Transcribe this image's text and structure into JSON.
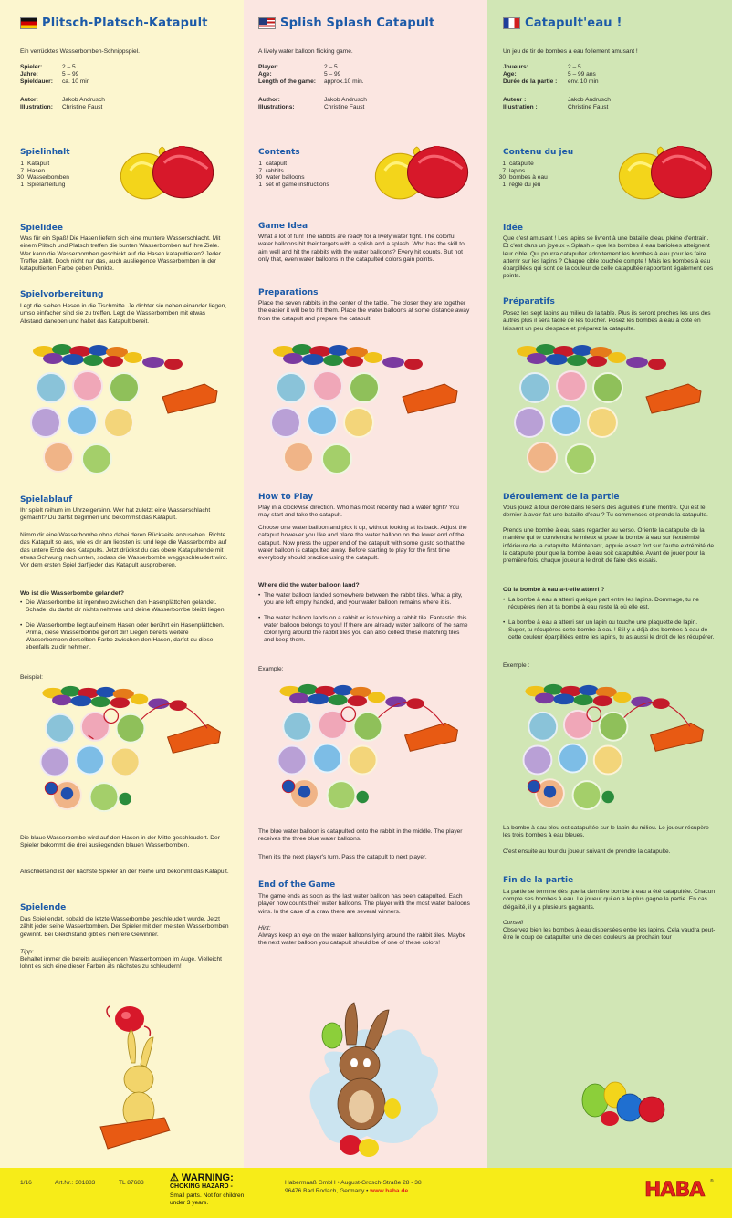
{
  "de": {
    "title": "Plitsch-Platsch-Katapult",
    "tagline": "Ein verrücktes Wasserbomben-Schnippspiel.",
    "info": [
      {
        "k": "Spieler:",
        "v": "2 – 5"
      },
      {
        "k": "Jahre:",
        "v": "5 – 99"
      },
      {
        "k": "Spieldauer:",
        "v": "ca. 10 min"
      }
    ],
    "credits": [
      {
        "k": "Autor:",
        "v": "Jakob Andrusch"
      },
      {
        "k": "Illustration:",
        "v": "Christine Faust"
      }
    ],
    "contents_title": "Spielinhalt",
    "contents": [
      {
        "n": "1",
        "t": "Katapult"
      },
      {
        "n": "7",
        "t": "Hasen"
      },
      {
        "n": "30",
        "t": "Wasserbomben"
      },
      {
        "n": "1",
        "t": "Spielanleitung"
      }
    ],
    "idea_title": "Spielidee",
    "idea_text": "Was für ein Spaß! Die Hasen liefern sich eine muntere Wasserschlacht. Mit einem Plitsch und Platsch treffen die bunten Wasserbomben auf ihre Ziele. Wer kann die Wasserbomben geschickt auf die Hasen katapultieren? Jeder Treffer zählt. Doch nicht nur das, auch ausliegende Wasserbomben in der katapultierten Farbe geben Punkte.",
    "prep_title": "Spielvorbereitung",
    "prep_text": "Legt die sieben Hasen in die Tischmitte. Je dichter sie neben einander liegen, umso einfacher sind sie zu treffen. Legt die Wasserbomben mit etwas Abstand daneben und haltet das Katapult bereit.",
    "play_title": "Spielablauf",
    "play_text1": "Ihr spielt reihum im Uhrzeigersinn. Wer hat zuletzt eine Wasserschlacht gemacht? Du darfst beginnen und bekommst das Katapult.",
    "play_text2": "Nimm dir eine Wasserbombe ohne dabei deren Rückseite anzusehen. Richte das Katapult so aus, wie es dir am liebsten ist und lege die Wasserbombe auf das untere Ende des Katapults. Jetzt drückst du das obere Katapultende mit etwas Schwung nach unten, sodass die Wasserbombe weggeschleudert wird. Vor dem ersten Spiel darf jeder das Katapult ausprobieren.",
    "landed_title": "Wo ist die Wasserbombe gelandet?",
    "bullet1": "Die Wasserbombe ist irgendwo zwischen den Hasenplättchen gelandet. Schade, du darfst dir nichts nehmen und deine Wasserbombe bleibt liegen.",
    "bullet2": "Die Wasserbombe liegt auf einem Hasen oder berührt ein Hasenplättchen. Prima, diese Wasserbombe gehört dir! Liegen bereits weitere Wasserbomben derselben Farbe zwischen den Hasen, darfst du diese ebenfalls zu dir nehmen.",
    "example_label": "Beispiel:",
    "example_text": "Die blaue Wasserbombe wird auf den Hasen in der Mitte geschleudert. Der Spieler bekommt die drei ausliegenden blauen Wasserbomben.",
    "next_text": "Anschließend ist der nächste Spieler an der Reihe und bekommt das Katapult.",
    "end_title": "Spielende",
    "end_text": "Das Spiel endet, sobald die letzte Wasserbombe geschleudert wurde. Jetzt zählt jeder seine Wasserbomben. Der Spieler mit den meisten Wasserbomben gewinnt. Bei Gleichstand gibt es mehrere Gewinner.",
    "tip_label": "Tipp:",
    "tip_text": "Behaltet immer die bereits ausliegenden Wasserbomben im Auge. Vielleicht lohnt es sich eine dieser Farben als nächstes zu schleudern!"
  },
  "en": {
    "title": "Splish Splash Catapult",
    "tagline": "A lively water balloon flicking game.",
    "info": [
      {
        "k": "Player:",
        "v": "2 – 5"
      },
      {
        "k": "Age:",
        "v": "5 – 99"
      },
      {
        "k": "Length of the game:",
        "v": "approx.10 min."
      }
    ],
    "credits": [
      {
        "k": "Author:",
        "v": "Jakob Andrusch"
      },
      {
        "k": "Illustrations:",
        "v": "Christine Faust"
      }
    ],
    "contents_title": "Contents",
    "contents": [
      {
        "n": "1",
        "t": "catapult"
      },
      {
        "n": "7",
        "t": "rabbits"
      },
      {
        "n": "30",
        "t": "water balloons"
      },
      {
        "n": "1",
        "t": "set of game instructions"
      }
    ],
    "idea_title": "Game Idea",
    "idea_text": "What a lot of fun! The rabbits are ready for a lively water fight. The colorful water balloons hit their targets with a splish and a splash. Who has the skill to aim well and hit the rabbits with the water balloons? Every hit counts. But not only that, even water balloons in the catapulted colors gain points.",
    "prep_title": "Preparations",
    "prep_text": "Place the seven rabbits in the center of the table. The closer they are together the easier it will be to hit them. Place the water balloons at some distance away from the catapult and prepare the catapult!",
    "play_title": "How to Play",
    "play_text1": "Play in a clockwise direction. Who has most recently had a water fight? You may start and take the catapult.",
    "play_text2": "Choose one water balloon and pick it up, without looking at its back. Adjust the catapult however you like and place the water balloon on the lower end of the catapult. Now press the upper end of the catapult with some gusto so that the water balloon is catapulted away. Before starting to play for the first time everybody should practice using the catapult.",
    "landed_title": "Where did the water balloon land?",
    "bullet1": "The water balloon landed somewhere between the rabbit tiles. What a pity, you are left empty handed, and your water balloon remains where it is.",
    "bullet2": "The water balloon lands on a rabbit or is touching a rabbit tile. Fantastic, this water balloon belongs to you! If there are already water balloons of the same color lying around the rabbit tiles you can also collect those matching tiles and keep them.",
    "example_label": "Example:",
    "example_text": "The blue water balloon is catapulted onto the rabbit in the middle. The player receives the three blue water balloons.",
    "next_text": "Then it's the next player's turn.  Pass the catapult to next player.",
    "end_title": "End of the Game",
    "end_text": "The game ends as soon as the last water balloon has been catapulted. Each player now counts their water balloons. The player with the most water balloons wins. In the case of a draw there are several winners.",
    "tip_label": "Hint:",
    "tip_text": "Always keep an eye on the water balloons lying around the rabbit tiles. Maybe the next water balloon you catapult should be of one of these colors!"
  },
  "fr": {
    "title": "Catapult'eau !",
    "tagline": "Un jeu de tir de bombes à eau follement amusant !",
    "info": [
      {
        "k": "Joueurs:",
        "v": "2 – 5"
      },
      {
        "k": "Age:",
        "v": "5 – 99 ans"
      },
      {
        "k": "Durée de la partie :",
        "v": "env. 10 min"
      }
    ],
    "credits": [
      {
        "k": "Auteur :",
        "v": "Jakob Andrusch"
      },
      {
        "k": "Illustration :",
        "v": "Christine Faust"
      }
    ],
    "contents_title": "Contenu du jeu",
    "contents": [
      {
        "n": "1",
        "t": "catapulte"
      },
      {
        "n": "7",
        "t": "lapins"
      },
      {
        "n": "30",
        "t": "bombes à eau"
      },
      {
        "n": "1",
        "t": "règle du jeu"
      }
    ],
    "idea_title": "Idée",
    "idea_text": "Que c'est amusant ! Les lapins se livrent à une bataille d'eau pleine d'entrain. Et c'est dans un joyeux « Splash » que les bombes à eau bariolées atteignent leur cible. Qui pourra catapulter adroitement les bombes à eau pour les faire atterrir sur les lapins ? Chaque cible touchée compte ! Mais les bombes à eau éparpillées qui sont de la couleur de celle catapultée rapportent également des points.",
    "prep_title": "Préparatifs",
    "prep_text": "Posez les sept lapins au milieu de la table. Plus ils seront proches les uns des autres plus il sera facile de les toucher. Posez les bombes à eau à côté en laissant un peu d'espace et préparez la catapulte.",
    "play_title": "Déroulement de la partie",
    "play_text1": "Vous jouez à tour de rôle dans le sens des aiguilles d'une montre. Qui est le dernier à avoir fait une bataille d'eau ? Tu commences et prends la catapulte.",
    "play_text2": "Prends une bombe à eau sans regarder au verso. Oriente la catapulte de la manière qui te conviendra le mieux et pose la bombe à eau sur l'extrémité inférieure de la catapulte. Maintenant, appuie assez fort sur l'autre extrémité de la catapulte pour que la bombe à eau soit catapultée. Avant de jouer pour la première fois, chaque joueur a le droit de faire des essais.",
    "landed_title": "Où la bombe à eau a-t-elle atterri ?",
    "bullet1": "La bombe à eau a atterri quelque part entre les lapins. Dommage, tu ne récupères rien et ta bombe à eau reste là où elle est.",
    "bullet2": "La bombe à eau a atterri sur un lapin ou touche une plaquette de lapin. Super, tu récupères cette bombe à eau ! S'il y a déjà des bombes à eau de cette couleur éparpillées entre les lapins, tu as aussi le droit de les récupérer.",
    "example_label": "Exemple :",
    "example_text": "La bombe à eau bleu est catapultée sur le lapin du milieu. Le joueur récupère les trois bombes à eau bleues.",
    "next_text": "C'est ensuite au tour du joueur suivant de prendre la catapulte.",
    "end_title": "Fin de la partie",
    "end_text": "La partie se termine dès que la dernière bombe à eau a été catapultée. Chacun compte ses bombes à eau. Le joueur qui en a le plus gagne la partie. En cas d'égalité, il y a plusieurs gagnants.",
    "tip_label": "Conseil",
    "tip_text": "Observez bien les bombes à eau dispersées entre les lapins. Cela vaudra peut-être le coup de catapulter une de ces couleurs au prochain tour !"
  },
  "footer": {
    "page": "1/16",
    "art_nr": "Art.Nr.: 301883",
    "tl": "TL 87683",
    "warning_title": "⚠  WARNING:",
    "warning_sub": "CHOKING HAZARD -",
    "warning_small1": "Small parts. Not for children",
    "warning_small2": "under 3 years.",
    "address1": "Habermaaß GmbH • August-Grosch-Straße 28 - 38",
    "address2_prefix": "96476 Bad Rodach, Germany • ",
    "address2_link": "www.haba.de",
    "logo": "HABA",
    "reg": "®"
  },
  "colors": {
    "heading": "#1c5aa8",
    "de_bg": "#fcf6cf",
    "en_bg": "#fbe6e1",
    "fr_bg": "#d1e6b5",
    "footer_bg": "#f7ec18",
    "logo": "#e3211c"
  }
}
